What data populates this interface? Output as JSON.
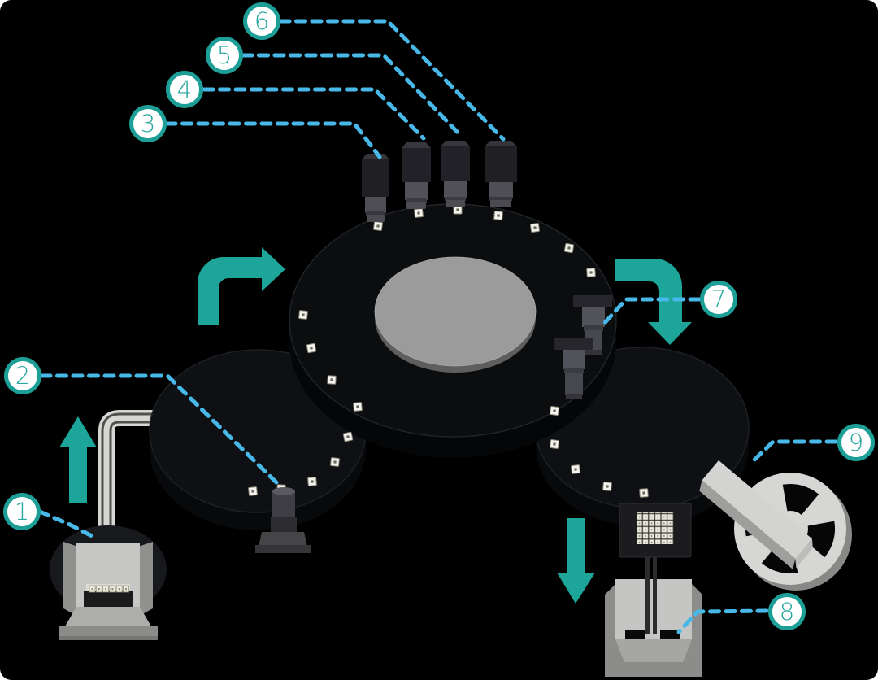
{
  "diagram": {
    "type": "machine-process-diagram",
    "background": "#000000",
    "colors": {
      "arrow_teal": "#1CA598",
      "callout_ring": "#1D9F98",
      "callout_number": "#27A79E",
      "callout_fill": "#FFFFFF",
      "leader_line": "#47B8E8",
      "disc_dark": "#0C0E10",
      "hub_gray": "#9B9B9B"
    },
    "callouts": [
      {
        "number": "1",
        "target": "bowl-feeder"
      },
      {
        "number": "2",
        "target": "upward-inspection-camera"
      },
      {
        "number": "3",
        "target": "top-camera-1"
      },
      {
        "number": "4",
        "target": "top-camera-2"
      },
      {
        "number": "5",
        "target": "top-camera-3"
      },
      {
        "number": "6",
        "target": "top-camera-4"
      },
      {
        "number": "7",
        "target": "side-cameras"
      },
      {
        "number": "8",
        "target": "output-bin"
      },
      {
        "number": "9",
        "target": "tape-reel"
      }
    ]
  }
}
